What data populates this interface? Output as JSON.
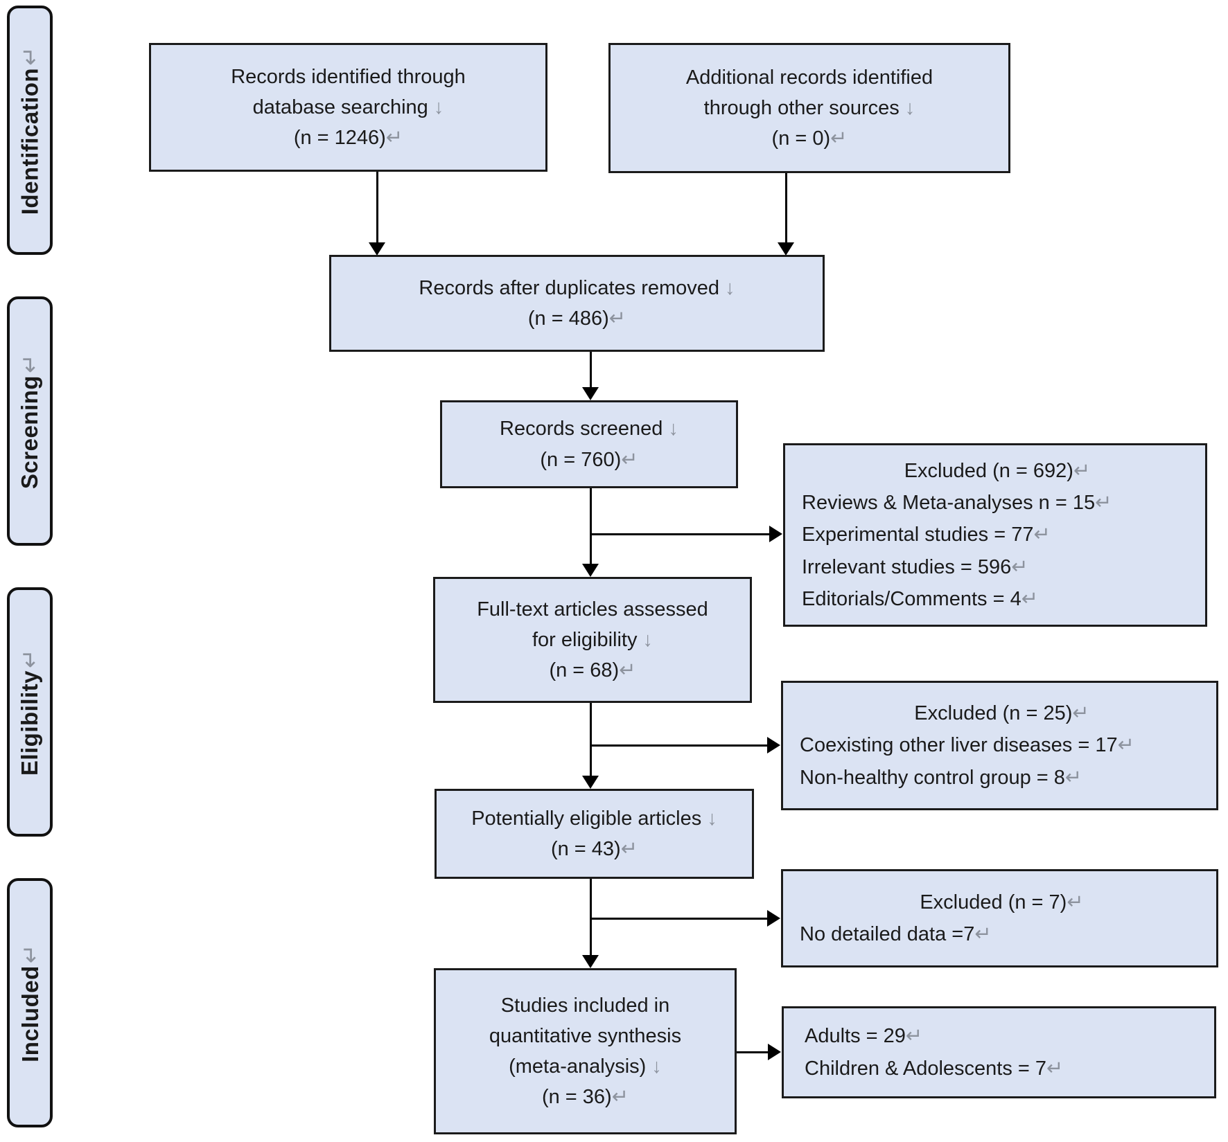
{
  "palette": {
    "box_fill": "#dbe3f3",
    "box_border": "#1b1b1b",
    "line_color": "#000000",
    "marker_color": "#8d939e"
  },
  "stages": [
    {
      "label": "Identification",
      "marker": "↵"
    },
    {
      "label": "Screening",
      "marker": "↵"
    },
    {
      "label": "Eligibility",
      "marker": "↵"
    },
    {
      "label": "Included",
      "marker": "↵"
    }
  ],
  "boxes": {
    "records_identified": {
      "lines": [
        {
          "text": "Records identified through",
          "marker": ""
        },
        {
          "text": "database searching ",
          "marker": "↓"
        },
        {
          "text": "(n = 1246)",
          "marker": "↵"
        }
      ]
    },
    "additional_records": {
      "lines": [
        {
          "text": "Additional records identified",
          "marker": ""
        },
        {
          "text": "through other sources ",
          "marker": "↓"
        },
        {
          "text": "(n = 0)",
          "marker": "↵"
        }
      ]
    },
    "duplicates_removed": {
      "lines": [
        {
          "text": "Records after duplicates removed ",
          "marker": "↓"
        },
        {
          "text": "(n = 486)",
          "marker": "↵"
        }
      ]
    },
    "records_screened": {
      "lines": [
        {
          "text": "Records screened ",
          "marker": "↓"
        },
        {
          "text": "(n = 760)",
          "marker": "↵"
        }
      ]
    },
    "excluded_screening": {
      "lines": [
        {
          "text": "Excluded (n = 692)",
          "marker": "↵"
        },
        {
          "text": "Reviews & Meta-analyses n = 15",
          "marker": "↵"
        },
        {
          "text": "Experimental studies = 77",
          "marker": "↵"
        },
        {
          "text": "Irrelevant studies = 596",
          "marker": "↵"
        },
        {
          "text": "Editorials/Comments = 4",
          "marker": "↵"
        }
      ]
    },
    "fulltext_assessed": {
      "lines": [
        {
          "text": "Full-text articles assessed",
          "marker": ""
        },
        {
          "text": "for eligibility ",
          "marker": "↓"
        },
        {
          "text": "(n = 68)",
          "marker": "↵"
        }
      ]
    },
    "excluded_eligibility": {
      "lines": [
        {
          "text": "Excluded (n = 25)",
          "marker": "↵"
        },
        {
          "text": "Coexisting other liver diseases = 17",
          "marker": "↵"
        },
        {
          "text": "Non-healthy control group = 8",
          "marker": "↵"
        }
      ]
    },
    "potentially_eligible": {
      "lines": [
        {
          "text": "Potentially eligible articles ",
          "marker": "↓"
        },
        {
          "text": "(n = 43)",
          "marker": "↵"
        }
      ]
    },
    "excluded_no_data": {
      "lines": [
        {
          "text": "Excluded (n = 7)",
          "marker": "↵"
        },
        {
          "text": "No detailed data =7",
          "marker": "↵"
        }
      ]
    },
    "included_synthesis": {
      "lines": [
        {
          "text": "Studies included in",
          "marker": ""
        },
        {
          "text": "quantitative synthesis",
          "marker": ""
        },
        {
          "text": "(meta-analysis) ",
          "marker": "↓"
        },
        {
          "text": "(n = 36)",
          "marker": "↵"
        }
      ]
    },
    "included_breakdown": {
      "lines": [
        {
          "text": "Adults = 29",
          "marker": "↵"
        },
        {
          "text": "Children & Adolescents = 7",
          "marker": "↵"
        }
      ]
    }
  }
}
